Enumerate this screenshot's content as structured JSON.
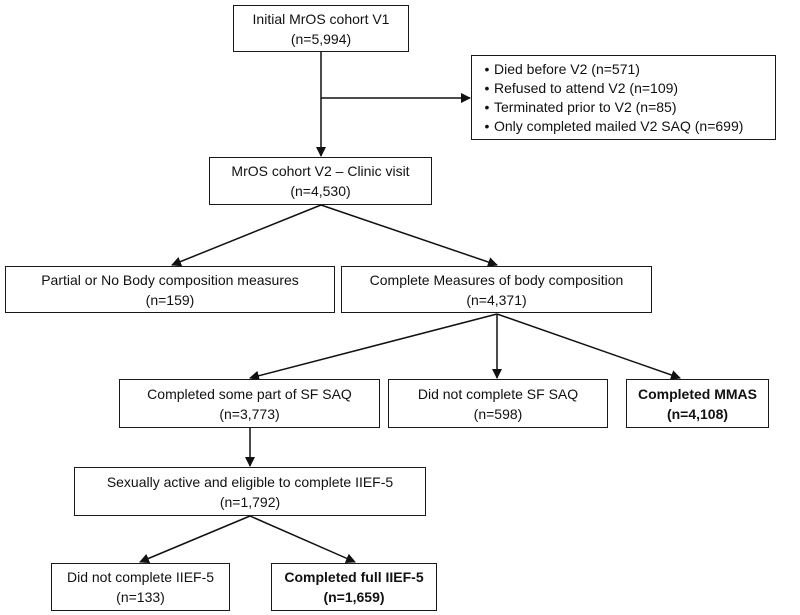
{
  "boxes": {
    "initial_cohort": {
      "line1": "Initial MrOS cohort V1",
      "line2": "(n=5,994)"
    },
    "exclusions": {
      "bullet": "•",
      "items": [
        "Died before V2 (n=571)",
        "Refused to attend V2 (n=109)",
        "Terminated prior to V2 (n=85)",
        "Only completed mailed V2 SAQ (n=699)"
      ]
    },
    "cohort_v2": {
      "line1": "MrOS cohort V2 – Clinic visit",
      "line2": "(n=4,530)"
    },
    "partial_body_comp": {
      "line1": "Partial or No Body composition measures",
      "line2": "(n=159)"
    },
    "complete_body_comp": {
      "line1": "Complete Measures of body composition",
      "line2": "(n=4,371)"
    },
    "completed_sf_saq": {
      "line1": "Completed some part of SF SAQ",
      "line2": "(n=3,773)"
    },
    "not_completed_sf_saq": {
      "line1": "Did not complete SF SAQ",
      "line2": "(n=598)"
    },
    "completed_mmas": {
      "line1": "Completed MMAS",
      "line2": "(n=4,108)"
    },
    "sexually_active": {
      "line1": "Sexually active and eligible to complete IIEF-5",
      "line2": "(n=1,792)"
    },
    "not_completed_iief": {
      "line1": "Did not complete IIEF-5",
      "line2": "(n=133)"
    },
    "completed_iief": {
      "line1": "Completed full IIEF-5",
      "line2": "(n=1,659)"
    }
  }
}
